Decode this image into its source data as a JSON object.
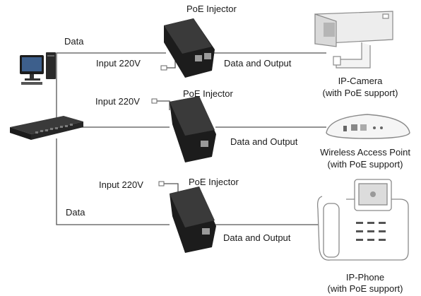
{
  "labels": {
    "injector_1": "PoE Injector",
    "injector_2": "PoE Injector",
    "injector_3": "PoE Injector",
    "data_top": "Data",
    "data_bottom": "Data",
    "input_1": "Input 220V",
    "input_2": "Input 220V",
    "input_3": "Input 220V",
    "output_1": "Data and Output",
    "output_2": "Data and Output",
    "output_3": "Data and Output",
    "camera_name": "IP-Camera",
    "camera_note": "(with PoE support)",
    "ap_name": "Wireless Access Point",
    "ap_note": "(with PoE support)",
    "phone_name": "IP-Phone",
    "phone_note": "(with PoE support)"
  },
  "colors": {
    "line": "#555555",
    "device_dark": "#1c1c1c",
    "device_light": "#e9e9e9",
    "outline": "#8a8a8a"
  }
}
